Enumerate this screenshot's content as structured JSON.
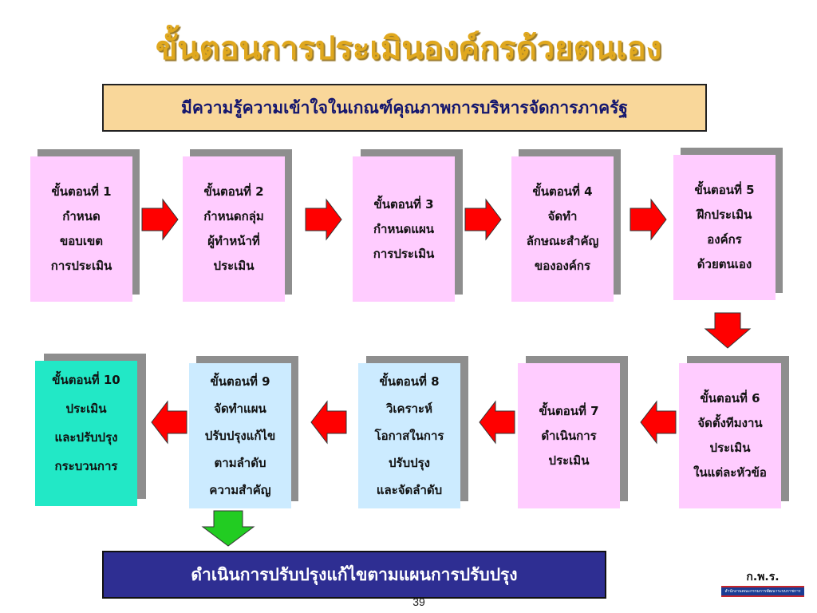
{
  "title": "ขั้นตอนการประเมินองค์กรด้วยตนเอง",
  "subtitle": "มีความรู้ความเข้าใจในเกณฑ์คุณภาพการบริหารจัดการภาครัฐ",
  "steps": [
    {
      "lines": [
        "ขั้นตอนที่ 1",
        "กำหนด",
        "ขอบเขต",
        "การประเมิน"
      ]
    },
    {
      "lines": [
        "ขั้นตอนที่ 2",
        "กำหนดกลุ่ม",
        "ผู้ทำหน้าที่",
        "ประเมิน"
      ]
    },
    {
      "lines": [
        "ขั้นตอนที่ 3",
        "กำหนดแผน",
        "การประเมิน"
      ]
    },
    {
      "lines": [
        "ขั้นตอนที่ 4",
        "จัดทำ",
        "ลักษณะสำคัญ",
        "ขององค์กร"
      ]
    },
    {
      "lines": [
        "ขั้นตอนที่ 5",
        "ฝึกประเมิน",
        "องค์กร",
        "ด้วยตนเอง"
      ]
    },
    {
      "lines": [
        "ขั้นตอนที่ 6",
        "จัดตั้งทีมงาน",
        "ประเมิน",
        "ในแต่ละหัวข้อ"
      ]
    },
    {
      "lines": [
        "ขั้นตอนที่ 7",
        "ดำเนินการ",
        "ประเมิน"
      ]
    },
    {
      "lines": [
        "ขั้นตอนที่ 8",
        "วิเคราะห์",
        "โอกาสในการ",
        "ปรับปรุง",
        "และจัดลำดับ"
      ]
    },
    {
      "lines": [
        "ขั้นตอนที่ 9",
        "จัดทำแผน",
        "ปรับปรุงแก้ไข",
        "ตามลำดับ",
        "ความสำคัญ"
      ]
    },
    {
      "lines": [
        "ขั้นตอนที่ 10",
        "ประเมิน",
        "และปรับปรุง",
        "กระบวนการ"
      ]
    }
  ],
  "bottom_action": "ดำเนินการปรับปรุงแก้ไขตามแผนการปรับปรุง",
  "page_number": "39",
  "logo": {
    "text": "ก.พ.ร.",
    "caption": "สำนักงานคณะกรรมการพัฒนาระบบราชการ"
  },
  "colors": {
    "title": "#E0A81E",
    "subtitle_bg": "#F9D79A",
    "subtitle_text": "#14166e",
    "step_pink": "#FFCCFF",
    "step_blue": "#CCEBFF",
    "step_green": "#22E8C6",
    "arrow_red": "#FF0000",
    "arrow_green": "#22CC22",
    "bottom_bg": "#2E2E92"
  }
}
